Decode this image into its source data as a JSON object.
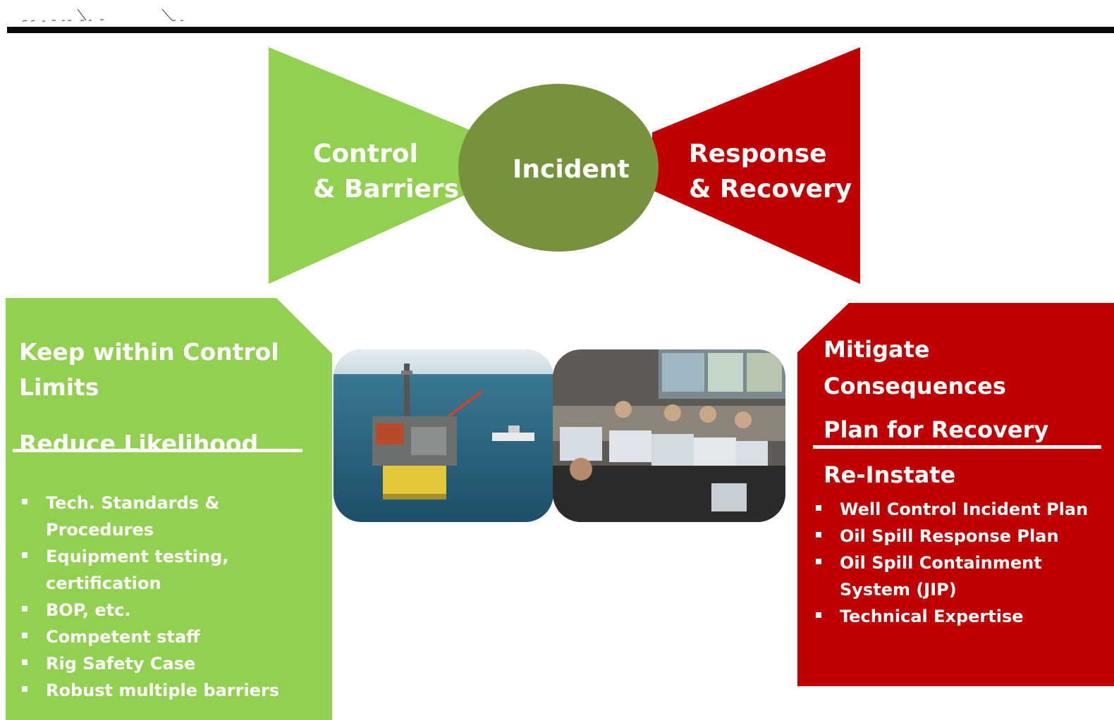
{
  "diagram": {
    "left_label": [
      "Control",
      "& Barriers"
    ],
    "center_label": "Incident",
    "right_label": [
      "Response",
      "& Recovery"
    ]
  },
  "left_panel": {
    "heading": "Keep within Control Limits",
    "subheading": "Reduce Likelihood",
    "bullets": [
      "Tech. Standards & Procedures",
      "Equipment testing, certification",
      "BOP, etc.",
      "Competent staff",
      "Rig Safety Case",
      "Robust multiple barriers"
    ]
  },
  "right_panel": {
    "heading_1": "Mitigate Consequences",
    "heading_2": "Plan for Recovery",
    "heading_3": "Re-Instate",
    "bullets": [
      "Well Control Incident Plan",
      "Oil Spill Response Plan",
      "Oil Spill Containment System (JIP)",
      "Technical Expertise"
    ]
  },
  "colors": {
    "green_light": "#92d050",
    "green_dark": "#76923c",
    "red": "#c00000",
    "top_rule": "#0a0a0a"
  },
  "images": {
    "left_photo": "offshore-platform-photo",
    "right_photo": "control-room-photo"
  }
}
